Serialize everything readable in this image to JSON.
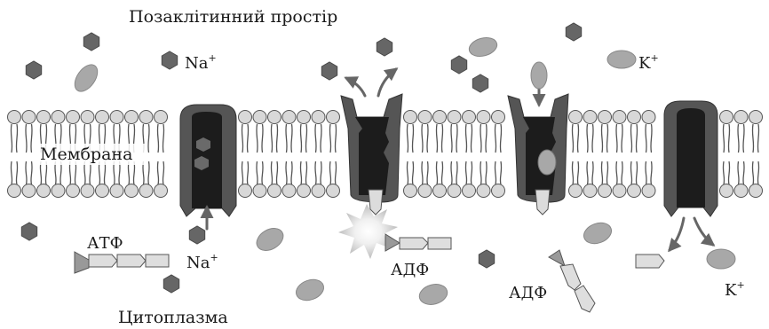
{
  "labels": {
    "extracellular": "Позаклітинний простір",
    "membrane": "Мембрана",
    "cytoplasm": "Цитоплазма",
    "na_top": "Na",
    "na_top_sup": "+",
    "k_top": "K",
    "k_top_sup": "+",
    "atp": "АТФ",
    "na_bottom": "Na",
    "na_bottom_sup": "+",
    "adp_1": "АДФ",
    "adp_2": "АДФ",
    "k_bottom": "K",
    "k_bottom_sup": "+"
  },
  "colors": {
    "sodium_ion": "#666666",
    "potassium_ion": "#a8a8a8",
    "pump_outer": "#555555",
    "pump_inner": "#1c1c1c",
    "lipid_head": "#d8d8d8",
    "lipid_tail": "#555555",
    "atp_phosphate": "#dedede",
    "atp_head": "#999999",
    "arrow": "#666666"
  },
  "icons": {
    "sodium": "hexagon",
    "potassium": "ellipse",
    "energy_release": "burst"
  }
}
